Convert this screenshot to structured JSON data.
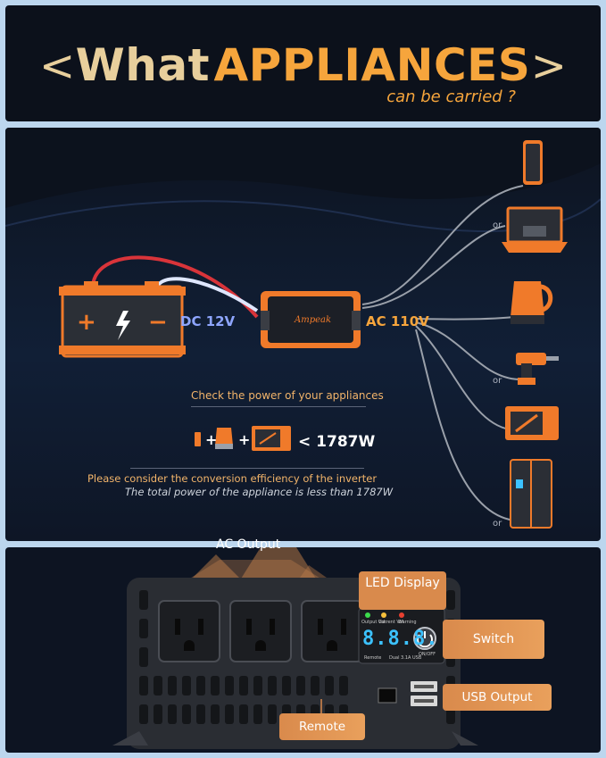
{
  "header": {
    "chev_left": "<",
    "title_part1": "What",
    "title_part2": "APPLIANCES",
    "chev_right": ">",
    "subtitle": "can be carried ?"
  },
  "diagram": {
    "battery_plus": "+",
    "battery_minus": "−",
    "dc_label": "DC 12V",
    "inverter_brand": "Ampeak",
    "ac_label": "AC 110V",
    "or_labels": [
      "or",
      "or",
      "or"
    ],
    "check_text": "Check the power of your appliances",
    "plus_sign": "+",
    "watt_text": "< 1787W",
    "consider_text": "Please consider the conversion efficiency of the inverter",
    "total_text": "The total power of the appliance is less than 1787W"
  },
  "product": {
    "ac_output": "AC Output",
    "led_display": "LED Display",
    "switch": "Switch",
    "usb_output": "USB Output",
    "remote": "Remote",
    "led_digits": "8.8.8.",
    "panel_labels": [
      "Output Vol.",
      "Current Vol.",
      "Warning"
    ],
    "remote_small": "Remote",
    "usb_small": "Dual 3.1A USB",
    "onoff_small": "ON/OFF"
  },
  "colors": {
    "background": "#bcd6ee",
    "panel": "#0f1420",
    "accent_orange": "#f6a53c",
    "title_cream": "#e8cf9c",
    "dc_blue": "#8ea6ff",
    "led_blue": "#3cc2ff"
  }
}
